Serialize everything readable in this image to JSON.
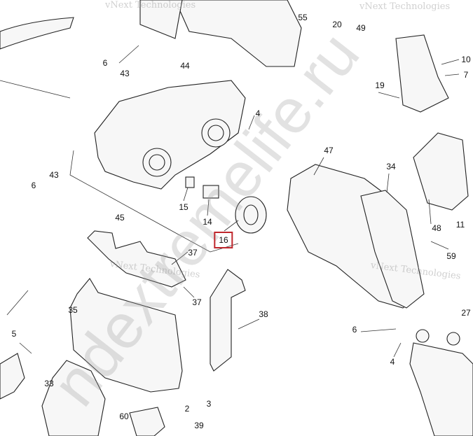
{
  "diagram": {
    "highlighted_callout": "16",
    "highlight_color": "#c0272d",
    "callouts": [
      "55",
      "20",
      "49",
      "10",
      "7",
      "6",
      "43",
      "44",
      "19",
      "4",
      "47",
      "34",
      "43",
      "6",
      "15",
      "14",
      "45",
      "16",
      "48",
      "11",
      "59",
      "37",
      "37",
      "35",
      "38",
      "27",
      "5",
      "6",
      "4",
      "33",
      "60",
      "2",
      "3",
      "39"
    ],
    "watermarks": [
      "vNext Technologies",
      "vNext Technologies",
      "vNext Technologies",
      "vNext Technologies",
      "ndextremelife.ru"
    ]
  }
}
